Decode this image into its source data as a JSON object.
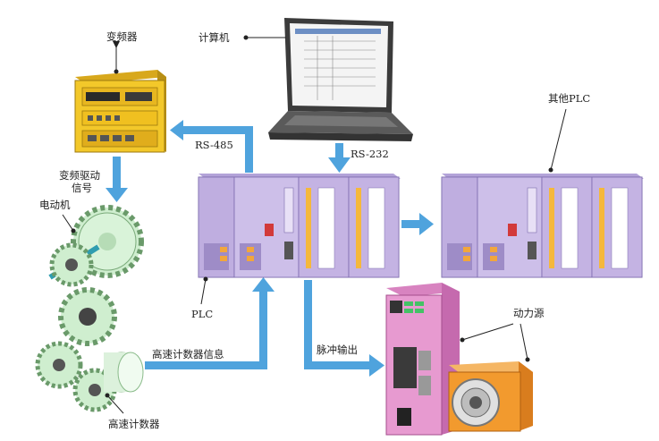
{
  "labels": {
    "inverter": "变频器",
    "computer": "计算机",
    "other_plc": "其他PLC",
    "rs485": "RS-485",
    "rs232": "RS-232",
    "drive_signal_line1": "变频驱动",
    "drive_signal_line2": "信号",
    "motor": "电动机",
    "plc": "PLC",
    "power_source": "动力源",
    "pulse_output": "脉冲输出",
    "counter_info": "高速计数器信息",
    "high_speed_counter": "高速计数器"
  },
  "colors": {
    "arrow": "#4fa3dd",
    "plc_body": "#c9b9e6",
    "plc_dark": "#9e8cc7",
    "inverter_body": "#f3c82a",
    "gear": "#cfeecf",
    "servo_body": "#e79ad0",
    "motor_body": "#f29a2e"
  }
}
